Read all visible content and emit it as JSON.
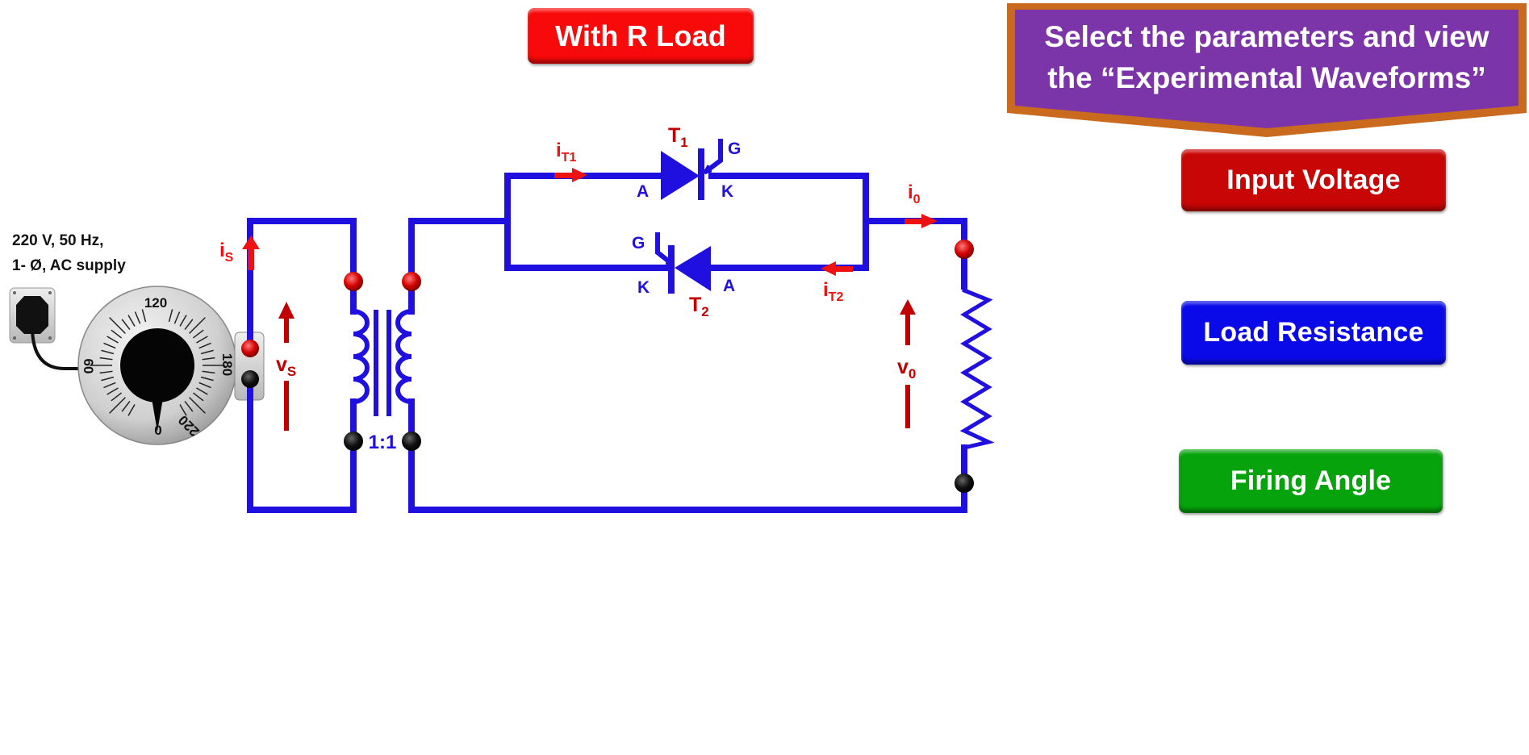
{
  "header": {
    "mode_label": "With R Load"
  },
  "banner": {
    "line1": "Select the parameters and view",
    "line2": "the “Experimental Waveforms”"
  },
  "parameter_buttons": [
    {
      "label": "Input Voltage",
      "color": "#c80606"
    },
    {
      "label": "Load Resistance",
      "color": "#0a0ae8"
    },
    {
      "label": "Firing Angle",
      "color": "#07a30c"
    }
  ],
  "supply": {
    "line1": "220 V, 50 Hz,",
    "line2": "1- Ø, AC supply"
  },
  "autotransformer_dial": {
    "ticks": [
      "0",
      "60",
      "120",
      "180",
      "220"
    ],
    "icon": "variac-dial-icon"
  },
  "circuit": {
    "wire_color": "#2010e0",
    "arrow_color": "#ee1111",
    "voltage_arrow_color": "#c00000",
    "transformer_ratio": "1:1",
    "labels": {
      "is": "i",
      "is_sub": "S",
      "vs": "v",
      "vs_sub": "S",
      "it1": "i",
      "it1_sub": "T1",
      "it2": "i",
      "it2_sub": "T2",
      "io": "i",
      "io_sub": "0",
      "vo": "v",
      "vo_sub": "0",
      "t1": "T",
      "t1_sub": "1",
      "t2": "T",
      "t2_sub": "2",
      "anode": "A",
      "cathode": "K",
      "gate": "G"
    }
  }
}
